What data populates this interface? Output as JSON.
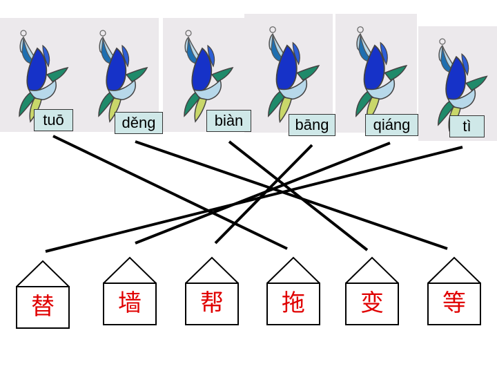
{
  "pinyin": [
    "tuō",
    "děng",
    "biàn",
    "bāng",
    "qiáng",
    "tì"
  ],
  "characters": [
    "替",
    "墙",
    "帮",
    "拖",
    "变",
    "等"
  ],
  "colors": {
    "pinyin_box_bg": "#cfe8e8",
    "character_color": "#e00000",
    "line_color": "#000000",
    "bird_dark_blue": "#1632c8",
    "bird_light_blue": "#b7d8ea",
    "bird_green": "#1f8a6a",
    "bird_lime": "#c9d76a"
  },
  "icons": [
    "stained-glass-bird-icon",
    "house-outline-icon"
  ]
}
